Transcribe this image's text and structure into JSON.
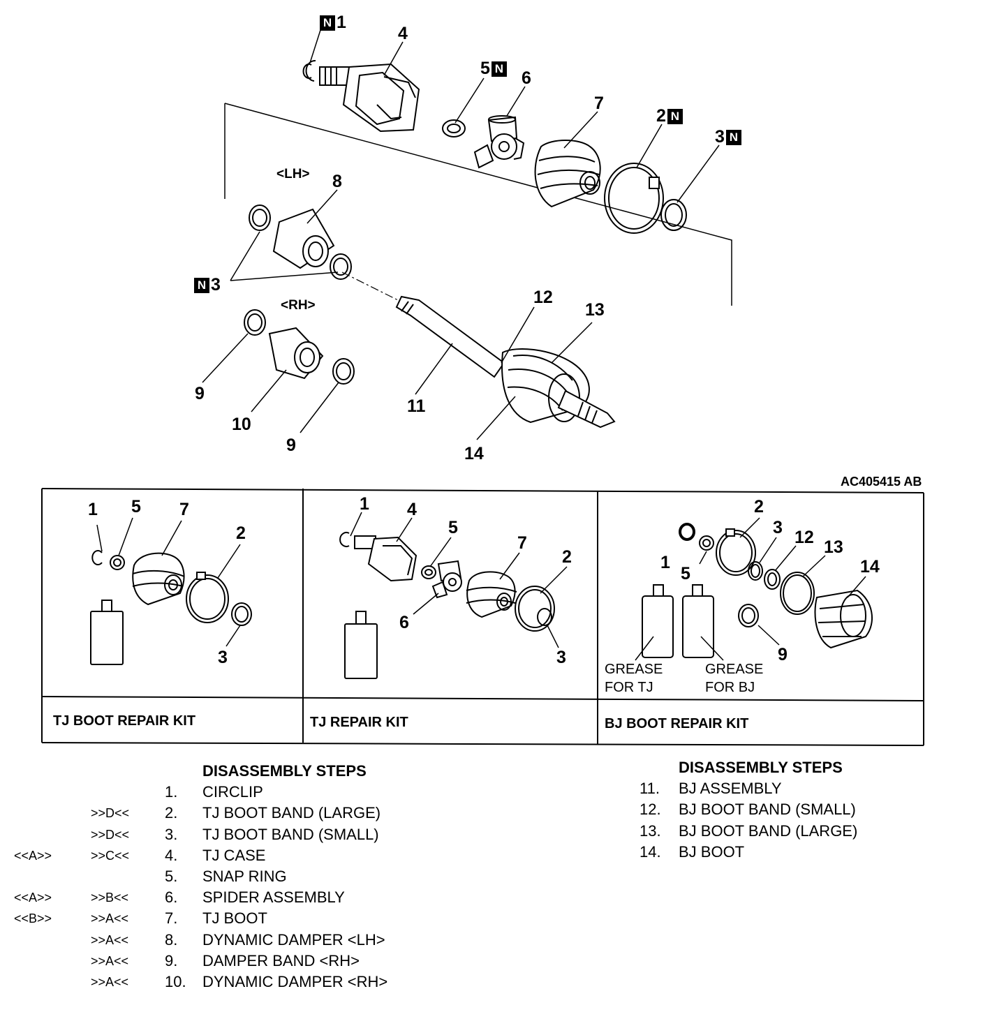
{
  "figure_code": "AC405415 AB",
  "labels": {
    "lh": "<LH>",
    "rh": "<RH>",
    "n": "N",
    "n1": "1",
    "n2": "2",
    "n3": "3",
    "n4": "4",
    "n5": "5",
    "n6": "6",
    "n7": "7",
    "n8": "8",
    "n9": "9",
    "n10": "10",
    "n11": "11",
    "n12": "12",
    "n13": "13",
    "n14": "14"
  },
  "kits": [
    {
      "title": "TJ BOOT REPAIR KIT"
    },
    {
      "title": "TJ REPAIR KIT"
    },
    {
      "title": "BJ BOOT REPAIR KIT",
      "grease_tj": [
        "GREASE",
        "FOR TJ"
      ],
      "grease_bj": [
        "GREASE",
        "FOR BJ"
      ]
    }
  ],
  "steps_left": {
    "header": "DISASSEMBLY STEPS",
    "items": [
      {
        "a": "",
        "b": "",
        "num": "1.",
        "text": "CIRCLIP"
      },
      {
        "a": "",
        "b": ">>D<<",
        "num": "2.",
        "text": "TJ BOOT BAND (LARGE)"
      },
      {
        "a": "",
        "b": ">>D<<",
        "num": "3.",
        "text": "TJ BOOT BAND (SMALL)"
      },
      {
        "a": "<<A>>",
        "b": ">>C<<",
        "num": "4.",
        "text": "TJ CASE"
      },
      {
        "a": "",
        "b": "",
        "num": "5.",
        "text": "SNAP RING"
      },
      {
        "a": "<<A>>",
        "b": ">>B<<",
        "num": "6.",
        "text": "SPIDER ASSEMBLY"
      },
      {
        "a": "<<B>>",
        "b": ">>A<<",
        "num": "7.",
        "text": "TJ BOOT"
      },
      {
        "a": "",
        "b": ">>A<<",
        "num": "8.",
        "text": "DYNAMIC DAMPER <LH>"
      },
      {
        "a": "",
        "b": ">>A<<",
        "num": "9.",
        "text": "DAMPER BAND <RH>"
      },
      {
        "a": "",
        "b": ">>A<<",
        "num": "10.",
        "text": "DYNAMIC DAMPER <RH>"
      }
    ]
  },
  "steps_right": {
    "header": "DISASSEMBLY STEPS",
    "items": [
      {
        "num": "11.",
        "text": "BJ ASSEMBLY"
      },
      {
        "num": "12.",
        "text": "BJ BOOT BAND (SMALL)"
      },
      {
        "num": "13.",
        "text": "BJ BOOT BAND (LARGE)"
      },
      {
        "num": "14.",
        "text": "BJ BOOT"
      }
    ]
  }
}
